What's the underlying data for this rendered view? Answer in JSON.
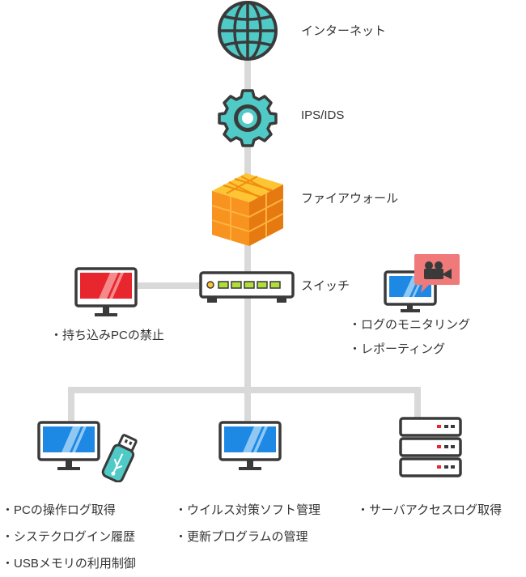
{
  "nodes": {
    "internet": {
      "label": "インターネット",
      "icon": "globe-icon"
    },
    "ips": {
      "label": "IPS/IDS",
      "icon": "gear-icon"
    },
    "firewall": {
      "label": "ファイアウォール",
      "icon": "firewall-bricks-icon"
    },
    "switch": {
      "label": "スイッチ",
      "icon": "network-switch-icon"
    }
  },
  "blocked_pc": {
    "icon": "monitor-red-icon",
    "caption": "・持ち込みPCの禁止"
  },
  "monitoring": {
    "icon": "monitor-camera-icon",
    "lines": [
      "・ログのモニタリング",
      "・レポーティング"
    ]
  },
  "endpoints": [
    {
      "icon": "monitor-usb-icon",
      "lines": [
        "・PCの操作ログ取得",
        "・システクログイン履歴",
        "・USBメモリの利用制御"
      ]
    },
    {
      "icon": "monitor-icon",
      "lines": [
        "・ウイルス対策ソフト管理",
        "・更新プログラムの管理"
      ]
    },
    {
      "icon": "server-rack-icon",
      "lines": [
        "・サーバアクセスログ取得"
      ]
    }
  ],
  "colors": {
    "line": "#d8d8d8",
    "teal": "#4fcac6",
    "dark": "#3d3d3d",
    "orange": "#f39c12",
    "red": "#e8262d",
    "blue": "#1e88e5"
  }
}
